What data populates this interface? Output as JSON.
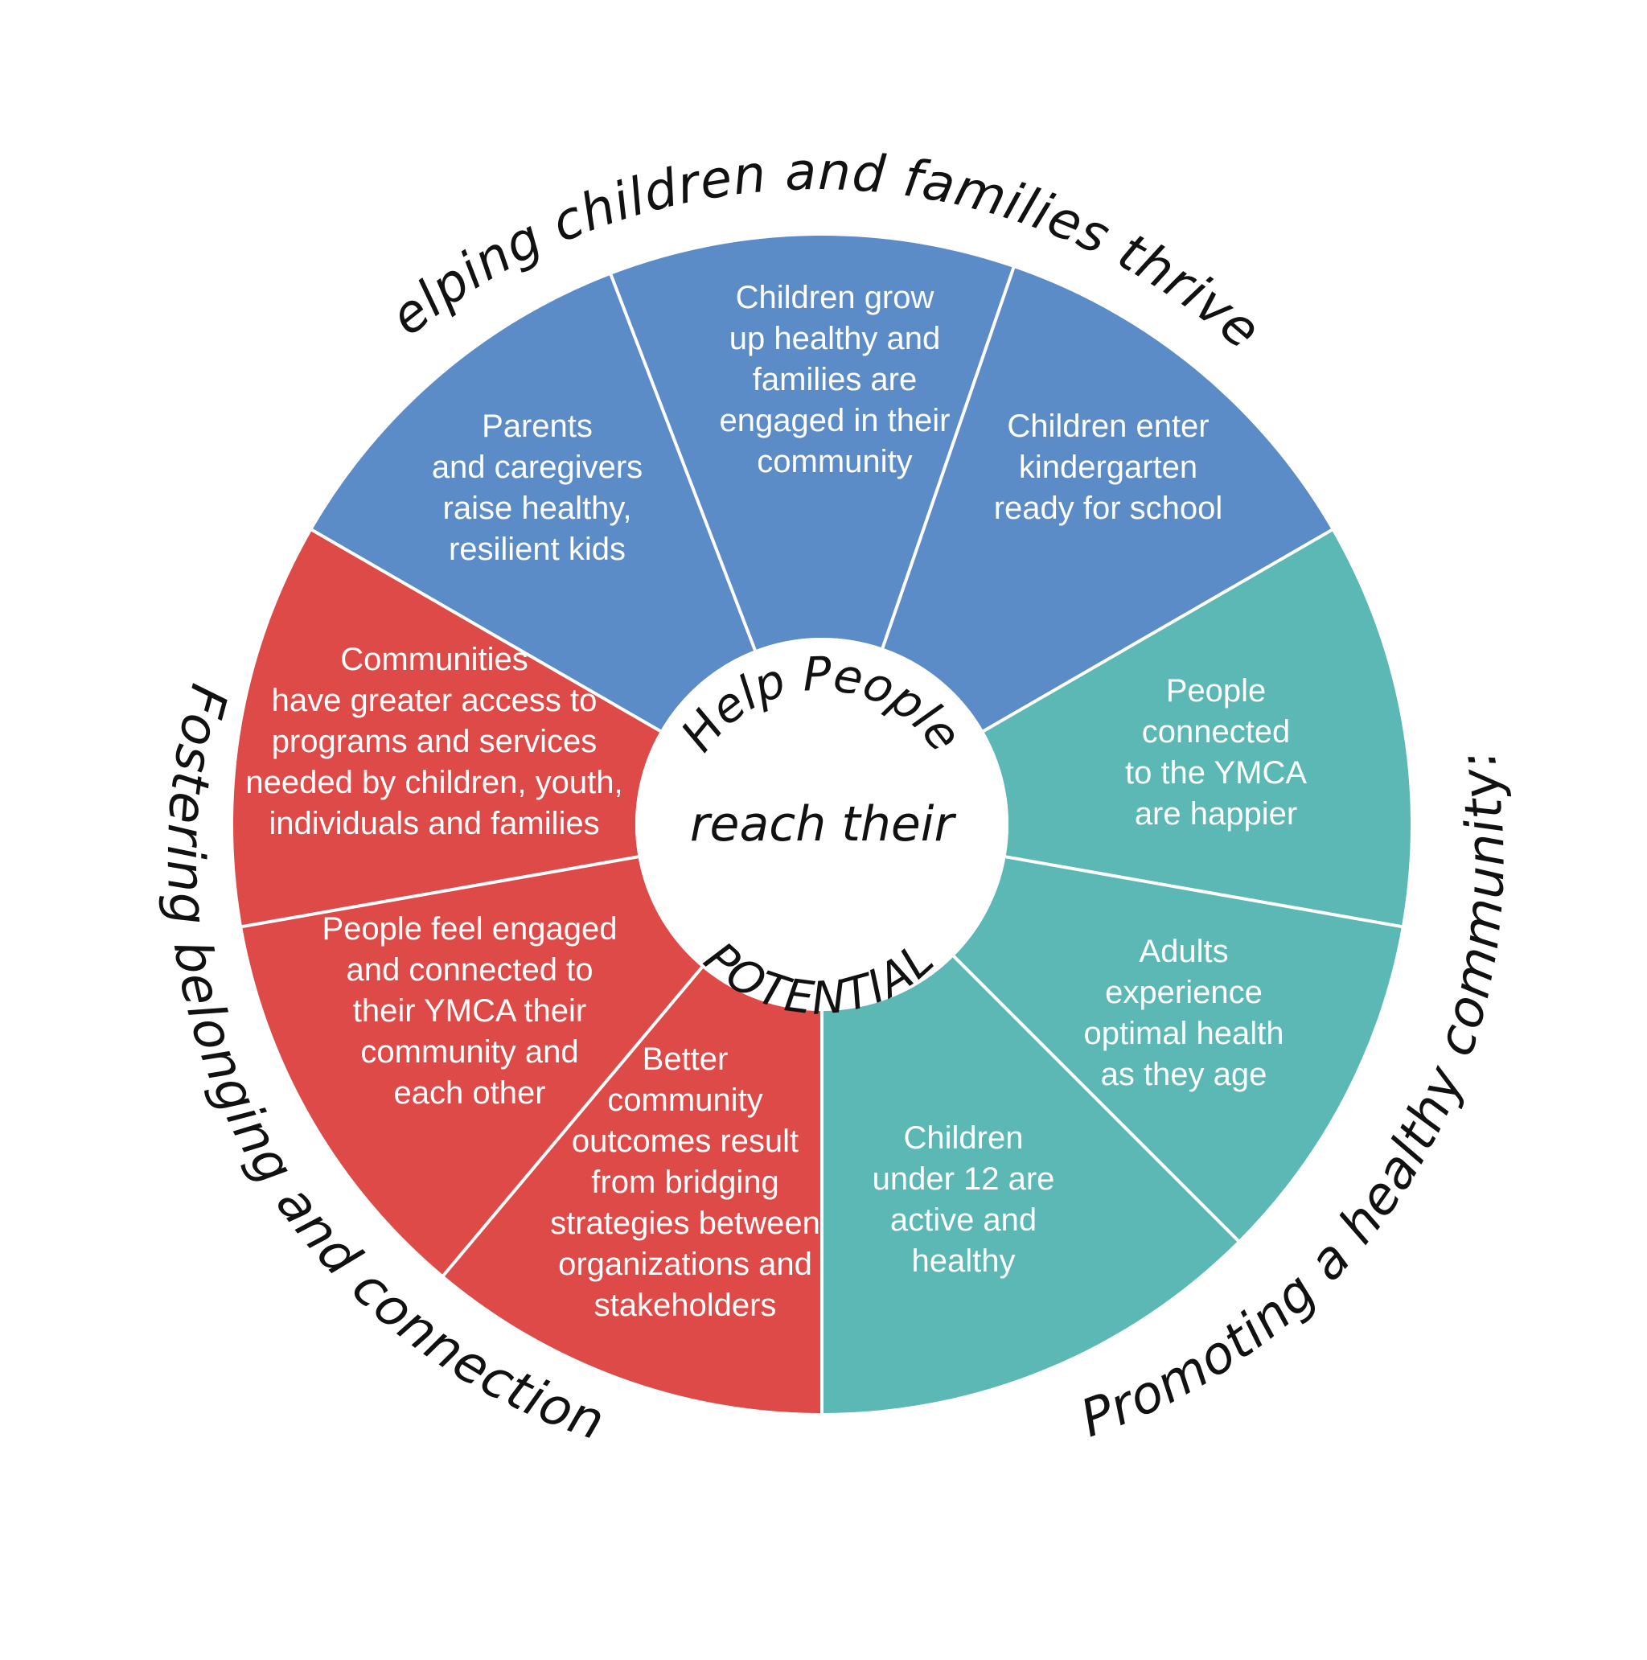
{
  "colors": {
    "blue": "#5B8CC7",
    "red": "#DE4A48",
    "teal": "#5BB8B5",
    "divider": "#ffffff",
    "ink": "#111111"
  },
  "outer_labels": {
    "top": "Helping children and families thrive:",
    "left": "Fostering belonging and connection",
    "right": "Promoting a healthy community:"
  },
  "center": {
    "line1": "Help People",
    "line2": "reach their",
    "line3": "POTENTIAL"
  },
  "segments": [
    {
      "id": "parents",
      "group": "blue",
      "lines": [
        "Parents",
        "and caregivers",
        "raise healthy,",
        "resilient kids"
      ]
    },
    {
      "id": "children-grow",
      "group": "blue",
      "lines": [
        "Children  grow",
        "up healthy and",
        "families are",
        "engaged in their",
        "community"
      ]
    },
    {
      "id": "kindergarten",
      "group": "blue",
      "lines": [
        "Children enter",
        "kindergarten",
        "ready for school"
      ]
    },
    {
      "id": "ymca-happier",
      "group": "teal",
      "lines": [
        "People",
        "connected",
        "to the YMCA",
        "are happier"
      ]
    },
    {
      "id": "adults-health",
      "group": "teal",
      "lines": [
        "Adults",
        "experience",
        "optimal health",
        "as they age"
      ]
    },
    {
      "id": "children-active",
      "group": "teal",
      "lines": [
        "Children",
        "under 12 are",
        "active and",
        "healthy"
      ]
    },
    {
      "id": "bridging",
      "group": "red",
      "lines": [
        "Better",
        "community",
        "outcomes result",
        "from bridging",
        "strategies between",
        "organizations and",
        "stakeholders"
      ]
    },
    {
      "id": "engaged",
      "group": "red",
      "lines": [
        "People feel engaged",
        "and connected to",
        "their YMCA their",
        "community and",
        "each other"
      ]
    },
    {
      "id": "access",
      "group": "red",
      "lines": [
        "Communities",
        "have greater access to",
        "programs and services",
        "needed by children, youth,",
        "individuals and families"
      ]
    }
  ]
}
